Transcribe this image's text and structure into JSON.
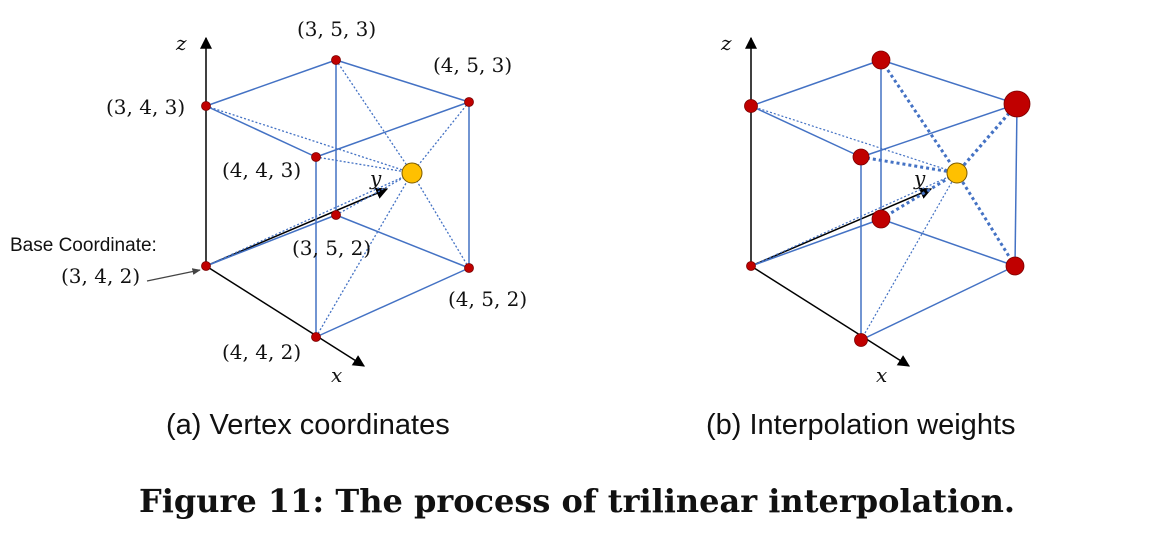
{
  "panel_a": {
    "caption": "(a) Vertex coordinates",
    "axis_x": "x",
    "axis_y": "y",
    "axis_z": "z",
    "base_coordinate_label": "Base Coordinate:",
    "base_coordinate_value": "(3, 4, 2)",
    "vertex_labels": {
      "v353": "(3, 5, 3)",
      "v453": "(4, 5, 3)",
      "v343": "(3, 4, 3)",
      "v443": "(4, 4, 3)",
      "v352": "(3, 5, 2)",
      "v452": "(4, 5, 2)",
      "v442": "(4, 4, 2)"
    }
  },
  "panel_b": {
    "caption": "(b) Interpolation weights",
    "axis_x": "x",
    "axis_y": "y",
    "axis_z": "z"
  },
  "figure_caption": "Figure 11: The process of trilinear interpolation.",
  "colors": {
    "edge": "#4472C4",
    "vertex": "#C00000",
    "sample_point": "#FFC000",
    "axis": "#000000"
  }
}
